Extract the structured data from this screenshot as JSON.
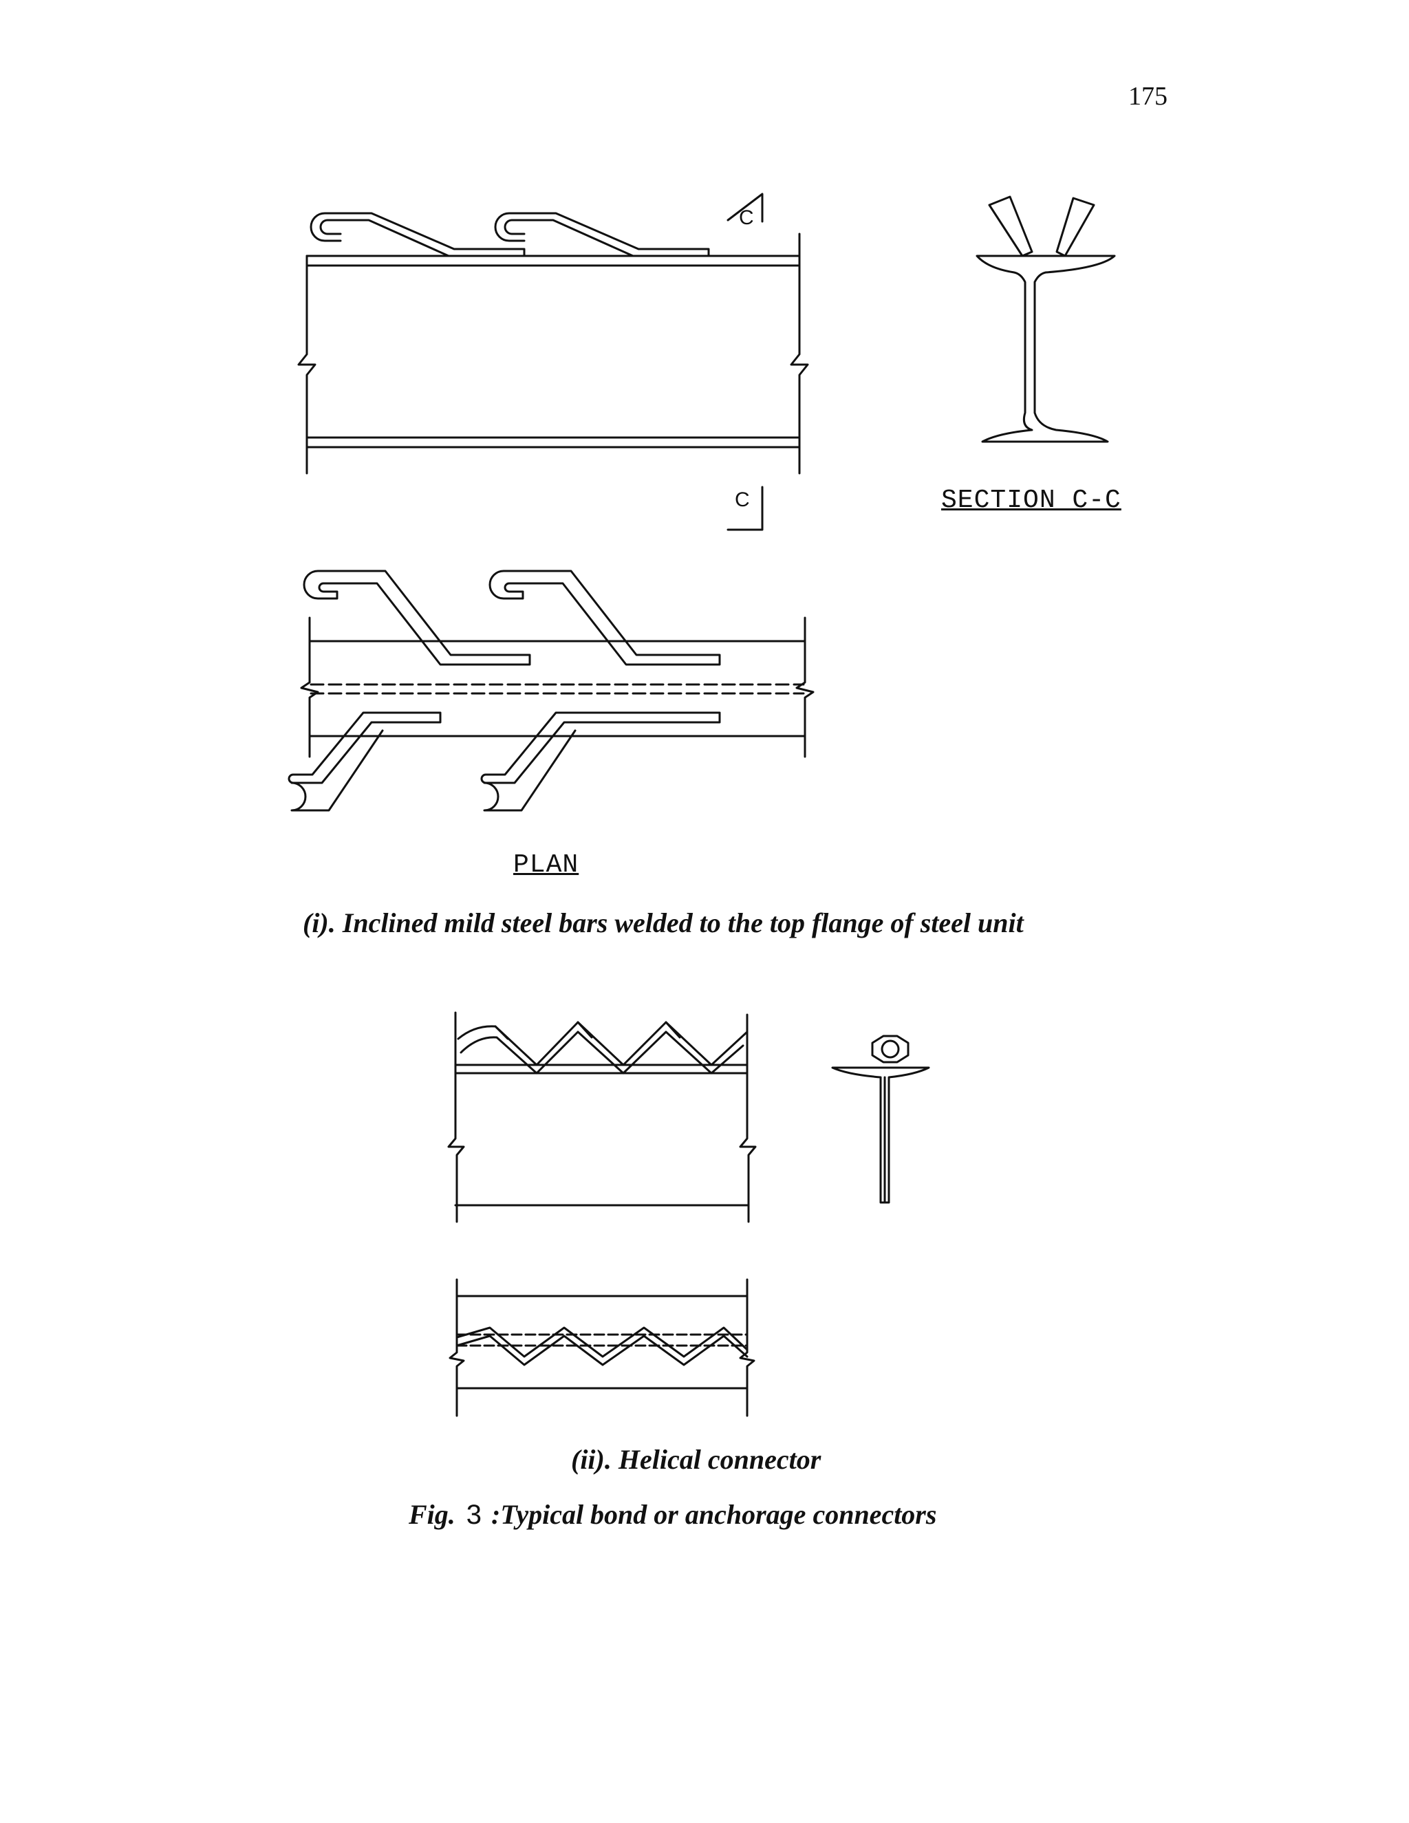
{
  "page_number": "175",
  "section_label": "SECTION C-C",
  "cut_marker": "C",
  "plan_label": "PLAN",
  "caption_1": "(i). Inclined mild steel bars welded to the top flange of steel unit",
  "caption_2": "(ii). Helical connector",
  "figure_caption": {
    "prefix": "Fig.",
    "number": "3",
    "separator": ":",
    "title": "Typical bond or anchorage connectors"
  }
}
